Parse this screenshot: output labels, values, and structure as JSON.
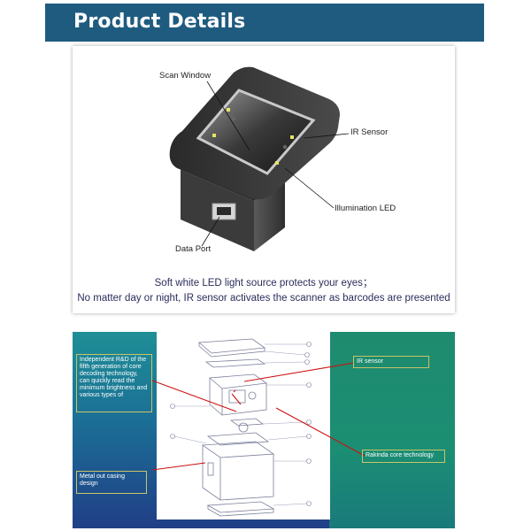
{
  "header": {
    "title": "Product Details"
  },
  "product_photo": {
    "callouts": {
      "scan_window": "Scan Window",
      "ir_sensor": "IR Sensor",
      "illumination_led": "Illumination LED",
      "data_port": "Data Port"
    },
    "caption_line1": "Soft white LED light source protects your eyes；",
    "caption_line2": "No matter day or night, IR sensor activates the scanner as barcodes are presented"
  },
  "exploded_view": {
    "labels": {
      "rd": "Independent R&D of the fifth generation of core decoding technology, can quickly read the minimum brightness and various types of",
      "ir_sensor": "IR sensor",
      "core_tech": "Rakinda core technology",
      "casing": "Metal out casing design"
    },
    "colors": {
      "annotation_line": "#cc1111",
      "box_border": "#c8c46a"
    }
  }
}
